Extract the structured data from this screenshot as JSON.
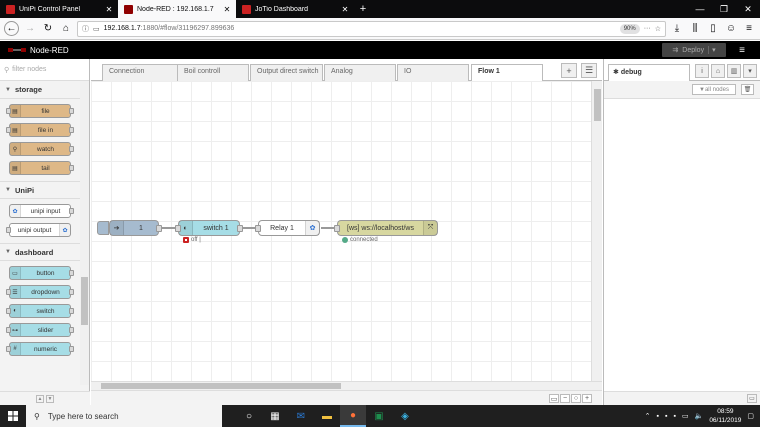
{
  "browser": {
    "tabs": [
      {
        "label": "UniPi Control Panel",
        "active": false,
        "color": "#cc2222"
      },
      {
        "label": "Node-RED : 192.168.1.7",
        "active": true,
        "color": "#8f0000"
      },
      {
        "label": "JoTio Dashboard",
        "active": false,
        "color": "#cc2222"
      }
    ],
    "new_tab_symbol": "+",
    "url_host": "192.168.1.7",
    "url_rest": ":1880/#flow/31196297.899636",
    "zoom": "90%"
  },
  "app": {
    "title": "Node-RED",
    "deploy_label": "Deploy"
  },
  "palette": {
    "filter_placeholder": "filter nodes",
    "categories": [
      {
        "name": "storage",
        "nodes": [
          {
            "label": "file",
            "color": "#deb887",
            "icon": "file-icon"
          },
          {
            "label": "file in",
            "color": "#deb887",
            "icon": "file-in-icon"
          },
          {
            "label": "watch",
            "color": "#deb887",
            "icon": "watch-icon"
          },
          {
            "label": "tail",
            "color": "#deb887",
            "icon": "tail-icon"
          }
        ]
      },
      {
        "name": "UniPi",
        "nodes": [
          {
            "label": "unipi input",
            "color": "#ffffff",
            "icon": "unipi-icon"
          },
          {
            "label": "unipi output",
            "color": "#ffffff",
            "icon": "unipi-icon"
          }
        ]
      },
      {
        "name": "dashboard",
        "nodes": [
          {
            "label": "button",
            "color": "#a6dde6",
            "icon": "button-icon"
          },
          {
            "label": "dropdown",
            "color": "#a6dde6",
            "icon": "dropdown-icon"
          },
          {
            "label": "switch",
            "color": "#a6dde6",
            "icon": "switch-icon"
          },
          {
            "label": "slider",
            "color": "#a6dde6",
            "icon": "slider-icon"
          },
          {
            "label": "numeric",
            "color": "#a6dde6",
            "icon": "numeric-icon"
          }
        ]
      }
    ]
  },
  "workspace": {
    "tabs": [
      "Connection",
      "Boil controll",
      "Output direct switch",
      "Analog",
      "IO",
      "Flow 1"
    ],
    "active_tab": "Flow 1",
    "nodes": [
      {
        "label": "1",
        "type": "inject",
        "color": "#a6bbcf"
      },
      {
        "label": "switch 1",
        "type": "ui-switch",
        "color": "#a6dde6",
        "status": "off |",
        "status_color": "#cc2222"
      },
      {
        "label": "Relay 1",
        "type": "unipi-output",
        "color": "#ffffff"
      },
      {
        "label": "[ws] ws://localhost/ws",
        "type": "websocket-out",
        "color": "#d7d7a0",
        "status": "connected",
        "status_color": "#5a8"
      }
    ]
  },
  "sidebar": {
    "tab_label": "debug",
    "filter_label": "all nodes"
  },
  "taskbar": {
    "search_placeholder": "Type here to search",
    "time": "08:59",
    "date": "06/11/2019"
  }
}
